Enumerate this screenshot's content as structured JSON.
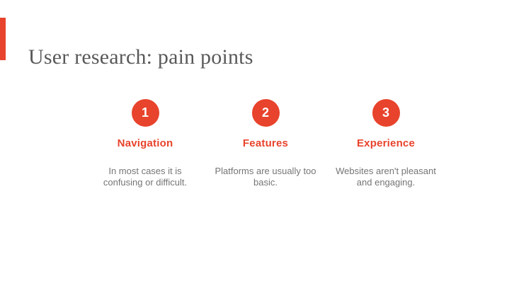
{
  "slide": {
    "title": "User research: pain points",
    "accent_color": "#E8432C",
    "title_color": "#595959",
    "body_text_color": "#757575",
    "items": [
      {
        "number": "1",
        "heading": "Navigation",
        "description": "In most cases it is confusing or difficult."
      },
      {
        "number": "2",
        "heading": "Features",
        "description": "Platforms are usually too basic."
      },
      {
        "number": "3",
        "heading": "Experience",
        "description": "Websites aren't pleasant and engaging."
      }
    ]
  }
}
